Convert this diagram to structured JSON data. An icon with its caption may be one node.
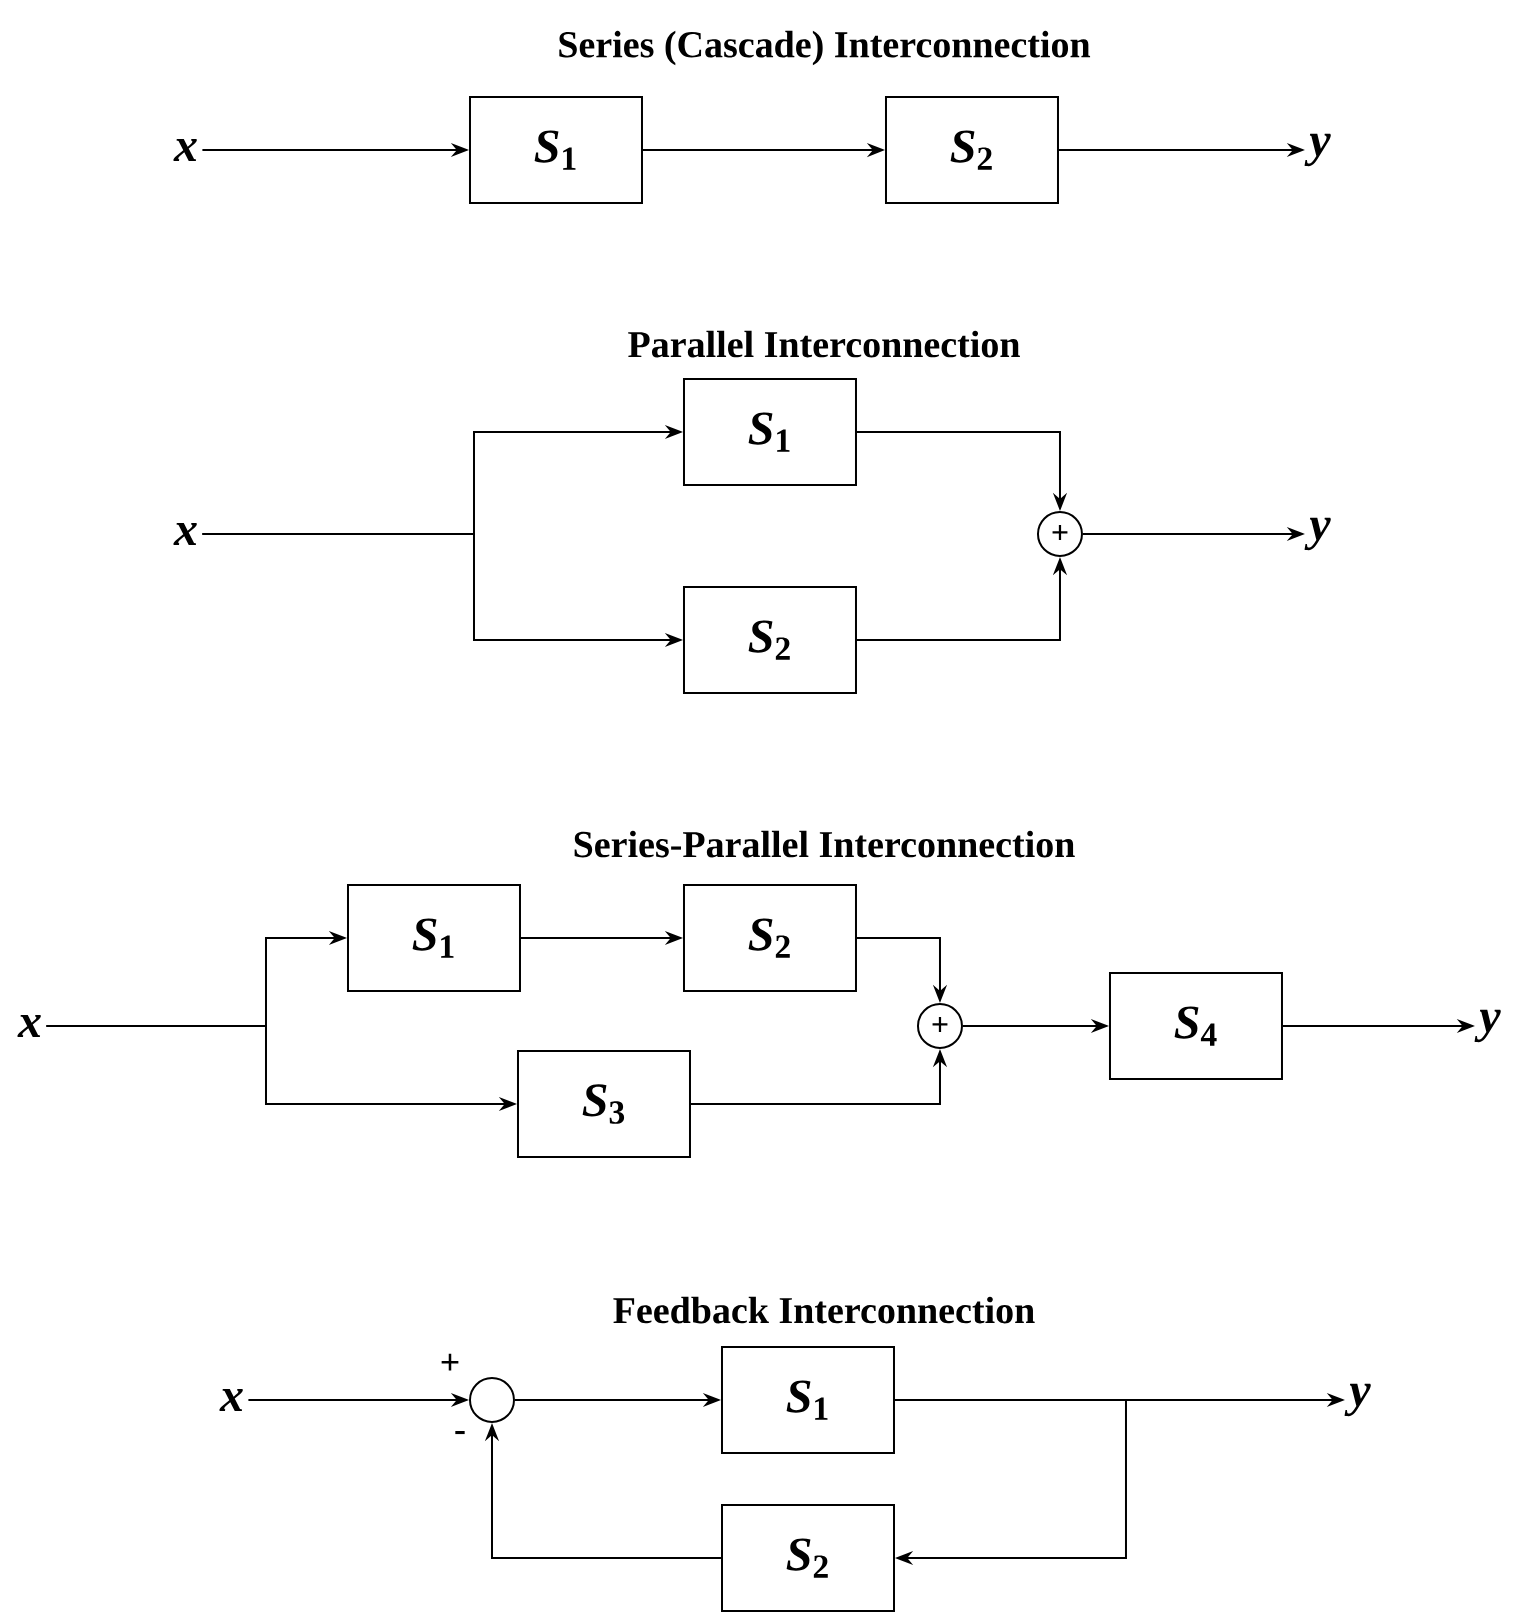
{
  "diagram": {
    "nodes": [
      {
        "text": [
          "x"
        ]
      },
      {
        "text": [
          "*S*$_{1}$"
        ]
      },
      {
        "text": [
          "*S*$_{2}$"
        ]
      },
      {
        "text": [
          "y"
        ]
      },
      {
        "text": [
          "x"
        ]
      },
      {
        "text": [
          "*S*$_{1}$"
        ]
      },
      {
        "text": [
          "*S*$_{2}$"
        ]
      },
      {
        "text": [
          "+"
        ]
      },
      {
        "text": [
          "y"
        ]
      },
      {
        "text": [
          "x"
        ]
      },
      {
        "text": [
          "*S*$_{1}$"
        ]
      },
      {
        "text": [
          "*S*$_{2}$"
        ]
      },
      {
        "text": [
          "*S*$_{3}$"
        ]
      },
      {
        "text": [
          "+"
        ]
      },
      {
        "text": [
          "*S*$_{4}$"
        ]
      },
      {
        "text": [
          "y"
        ]
      },
      {
        "text": [
          "x"
        ]
      },
      {
        "text": [],
        "shape": "circle",
        "beside": [
          "+",
          "-"
        ]
      },
      {
        "text": [
          "*S*$_{1}$"
        ]
      },
      {
        "text": [
          "*S*$_{2}$"
        ]
      },
      {
        "text": [
          "y"
        ]
      }
    ],
    "edges": [
      {
        "from": 0,
        "to": 1,
        "arrow": "to"
      },
      {
        "from": 1,
        "to": 2,
        "arrow": "to"
      },
      {
        "from": 2,
        "to": 3,
        "arrow": "to"
      },
      {
        "from": 4,
        "to": 5,
        "arrow": "to"
      },
      {
        "from": 4,
        "to": 6,
        "arrow": "to"
      },
      {
        "from": 5,
        "to": 7,
        "arrow": "to"
      },
      {
        "from": 6,
        "to": 7,
        "arrow": "to"
      },
      {
        "from": 7,
        "to": 8,
        "arrow": "to"
      },
      {
        "from": 9,
        "to": 10,
        "arrow": "to"
      },
      {
        "from": 9,
        "to": 12,
        "arrow": "to"
      },
      {
        "from": 10,
        "to": 11,
        "arrow": "to"
      },
      {
        "from": 11,
        "to": 13,
        "arrow": "to"
      },
      {
        "from": 12,
        "to": 13,
        "arrow": "to"
      },
      {
        "from": 13,
        "to": 14,
        "arrow": "to"
      },
      {
        "from": 14,
        "to": 15,
        "arrow": "to"
      },
      {
        "from": 16,
        "to": 17,
        "arrow": "to"
      },
      {
        "from": 17,
        "to": 18,
        "arrow": "to"
      },
      {
        "from": 18,
        "to": 20,
        "arrow": "to"
      },
      {
        "from": 18,
        "to": 19,
        "arrow": "to"
      },
      {
        "from": 19,
        "to": 17,
        "arrow": "to"
      }
    ],
    "labels": [
      "Series (Cascade) Interconnection",
      "Parallel Interconnection",
      "Series-Parallel Interconnection",
      "Feedback Interconnection"
    ]
  }
}
